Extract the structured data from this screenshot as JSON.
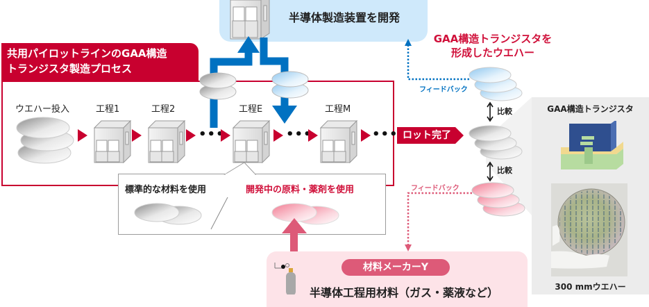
{
  "equipment": {
    "title": "半導体製造装置を開発"
  },
  "pilot_line": {
    "title_line1": "共用パイロットラインのGAA構造",
    "title_line2": "トランジスタ製造プロセス",
    "steps": [
      {
        "label": "ウエハー投入"
      },
      {
        "label": "工程1"
      },
      {
        "label": "工程2"
      },
      {
        "label": "工程E"
      },
      {
        "label": "工程M"
      }
    ],
    "ellipsis": "•••",
    "callout": {
      "standard_label": "標準的な材料を使用",
      "dev_label": "開発中の原料・薬剤を使用"
    },
    "lot_complete": "ロット完了"
  },
  "gaa_wafer": {
    "title_line1": "GAA構造トランジスタを",
    "title_line2": "形成したウエハー"
  },
  "feedback": {
    "top_label": "フィードバック",
    "bottom_label": "フィードバック"
  },
  "compare": {
    "top_label": "比較",
    "bottom_label": "比較"
  },
  "right_panel": {
    "transistor_title": "GAA構造トランジスタ",
    "wafer_label": "300 mmウエハー"
  },
  "material_maker": {
    "badge": "材料メーカーY",
    "subtitle": "半導体工程用材料（ガス・薬液など）"
  },
  "colors": {
    "red": "#c8002f",
    "blue": "#0071c1",
    "pink": "#dd5a78",
    "light_blue": "#cfe9fb",
    "light_pink": "#fde3e8"
  }
}
